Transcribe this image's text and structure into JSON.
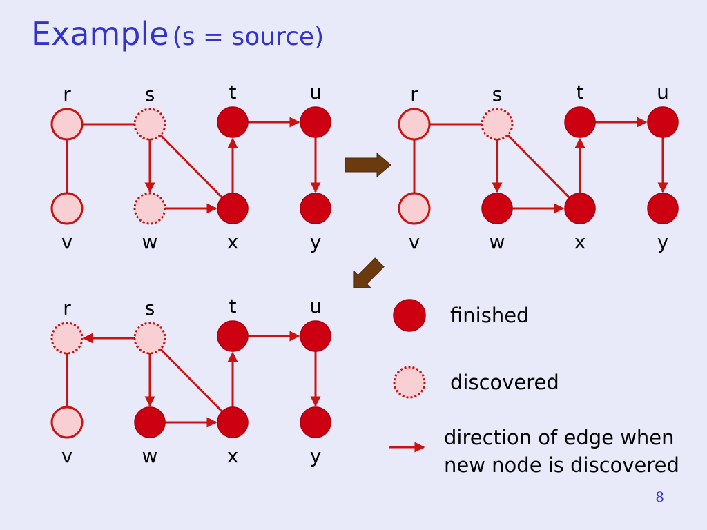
{
  "slide": {
    "title_main": "Example",
    "title_sub": "(s = source)",
    "page_number": "8"
  },
  "colors": {
    "background": "#e8eafa",
    "finished": "#cc0011",
    "pending": "#f8d0d4",
    "edge": "#cc1111",
    "flow_arrow": "#6b3a0e",
    "title": "#3333cc"
  },
  "graph": {
    "nodes": [
      "r",
      "s",
      "t",
      "u",
      "v",
      "w",
      "x",
      "y"
    ],
    "edges": [
      {
        "from": "r",
        "to": "v",
        "directed": false
      },
      {
        "from": "r",
        "to": "s",
        "directed": false
      },
      {
        "from": "s",
        "to": "x",
        "directed": false
      },
      {
        "from": "s",
        "to": "w",
        "directed": true
      },
      {
        "from": "w",
        "to": "x",
        "directed": true
      },
      {
        "from": "x",
        "to": "t",
        "directed": true
      },
      {
        "from": "t",
        "to": "u",
        "directed": true
      },
      {
        "from": "u",
        "to": "y",
        "directed": true
      }
    ]
  },
  "panels": [
    {
      "id": "panel-1",
      "states": {
        "r": "undiscovered",
        "s": "discovered",
        "t": "finished",
        "u": "finished",
        "v": "undiscovered",
        "w": "discovered",
        "x": "finished",
        "y": "finished"
      },
      "reversed_edges": []
    },
    {
      "id": "panel-2",
      "states": {
        "r": "undiscovered",
        "s": "discovered",
        "t": "finished",
        "u": "finished",
        "v": "undiscovered",
        "w": "finished",
        "x": "finished",
        "y": "finished"
      },
      "reversed_edges": []
    },
    {
      "id": "panel-3",
      "states": {
        "r": "discovered",
        "s": "discovered",
        "t": "finished",
        "u": "finished",
        "v": "undiscovered",
        "w": "finished",
        "x": "finished",
        "y": "finished"
      },
      "reversed_edges": [
        {
          "from": "s",
          "to": "r"
        }
      ]
    }
  ],
  "legend": {
    "finished_label": "finished",
    "discovered_label": "discovered",
    "edge_label_line1": "direction of edge when",
    "edge_label_line2": "new node is discovered"
  }
}
